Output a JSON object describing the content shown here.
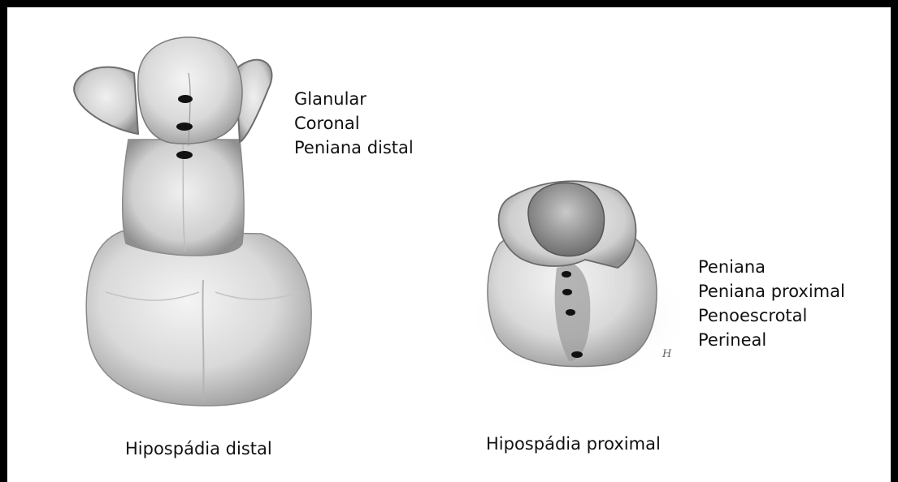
{
  "distal": {
    "labels": [
      "Glanular",
      "Coronal",
      "Peniana distal"
    ],
    "caption": "Hipospádia distal"
  },
  "proximal": {
    "labels": [
      "Peniana",
      "Peniana proximal",
      "Penoescrotal",
      "Perineal"
    ],
    "caption": "Hipospádia proximal"
  },
  "signature": "H"
}
